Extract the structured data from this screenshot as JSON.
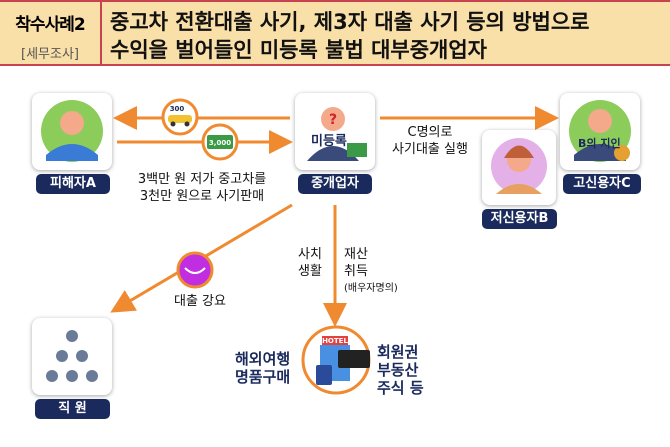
{
  "header": {
    "case_label": "착수사례2",
    "category": "[세무조사]",
    "title_line1": "중고차 전환대출 사기, 제3자 대출 사기 등의 방법으로",
    "title_line2": "수익을 벌어들인 미등록 불법 대부중개업자"
  },
  "nodes": {
    "victim": "피해자A",
    "broker": "중개업자",
    "broker_badge": "미등록",
    "lender_c": "고신용자C",
    "lender_c_badge": "B의 지인",
    "lender_b": "저신용자B",
    "employees": "직 원"
  },
  "flows": {
    "car_value": "300",
    "cash_value": "3,000",
    "fraud_sale_line1": "3백만 원 저가 중고차를",
    "fraud_sale_line2": "3천만 원으로 사기판매",
    "loan_line1": "C명의로",
    "loan_line2": "사기대출 실행",
    "coerce": "대출 강요",
    "luxury_line1": "사치",
    "luxury_line2": "생활",
    "asset_line1": "재산",
    "asset_line2": "취득",
    "asset_note": "(배우자명의)",
    "spend_line1": "해외여행",
    "spend_line2": "명품구매",
    "assets_line1": "회원권",
    "assets_line2": "부동산",
    "assets_line3": "주식 등",
    "hotel_sign": "HOTEL"
  },
  "colors": {
    "arrow": "#f08a30",
    "label_bg": "#1b2a5c",
    "header_bg": "#f9dfa8",
    "header_border": "#c7434f"
  }
}
